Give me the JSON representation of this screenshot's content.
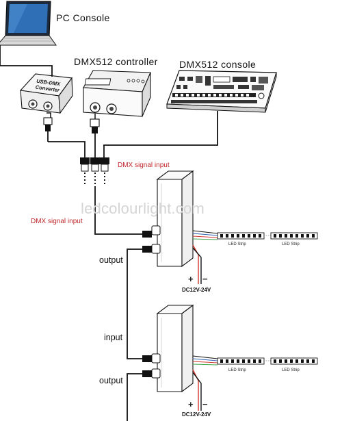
{
  "labels": {
    "pc_console": "PC Console",
    "controller": "DMX512 controller",
    "console": "DMX512 console",
    "converter": "USB-DMX Converter",
    "signal_top": "DMX signal input",
    "signal_left": "DMX signal input",
    "output_1": "output",
    "input_2": "input",
    "output_2": "output",
    "led_strip": "LED Strip",
    "power_1": "DC12V-24V",
    "power_2": "DC12V-24V",
    "plus": "+",
    "minus": "−",
    "watermark": "ledcolourlight.com"
  },
  "colors": {
    "line": "#111111",
    "accent_red": "#c0262a",
    "wire_red": "#d23a2e",
    "wire_green": "#3fa34a",
    "wire_blue": "#2f5fb3",
    "watermark": "#d4d4d4"
  }
}
